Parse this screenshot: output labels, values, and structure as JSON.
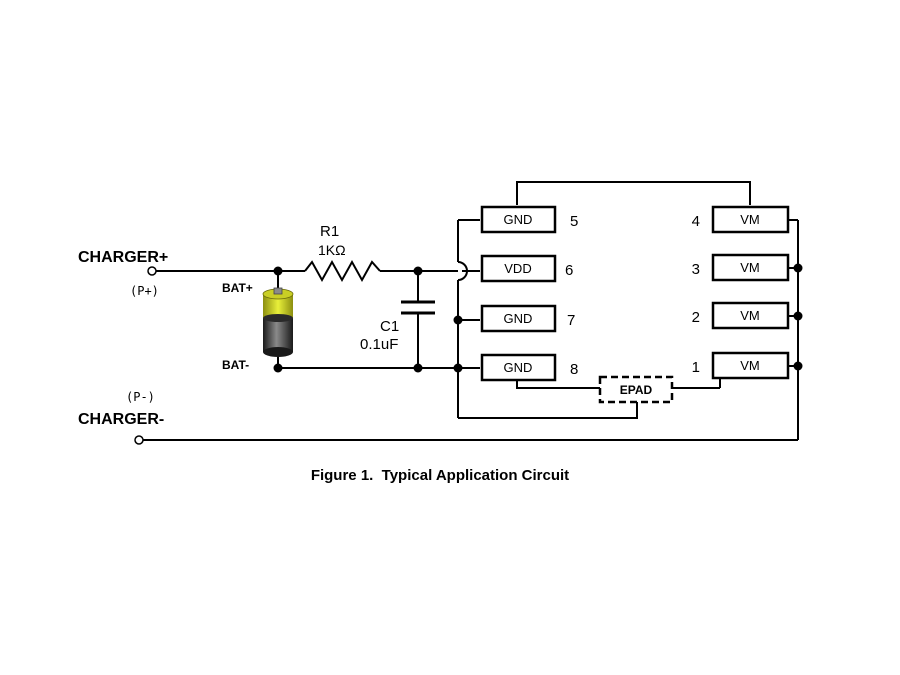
{
  "caption": "Figure 1.  Typical Application Circuit",
  "terminals": {
    "charger_plus": "CHARGER+",
    "p_plus": "(P+)",
    "charger_minus": "CHARGER-",
    "p_minus": "(P-)"
  },
  "battery": {
    "plus_label": "BAT+",
    "minus_label": "BAT-"
  },
  "resistor": {
    "name": "R1",
    "value": "1KΩ"
  },
  "capacitor": {
    "name": "C1",
    "value": "0.1uF"
  },
  "ic": {
    "left_pins": [
      {
        "label": "GND",
        "number": "5"
      },
      {
        "label": "VDD",
        "number": "6"
      },
      {
        "label": "GND",
        "number": "7"
      },
      {
        "label": "GND",
        "number": "8"
      }
    ],
    "right_pins": [
      {
        "label": "VM",
        "number": "4"
      },
      {
        "label": "VM",
        "number": "3"
      },
      {
        "label": "VM",
        "number": "2"
      },
      {
        "label": "VM",
        "number": "1"
      }
    ],
    "epad": "EPAD"
  },
  "colors": {
    "battery_top": "#d6dc2a",
    "battery_body": "#3a3a3a"
  }
}
